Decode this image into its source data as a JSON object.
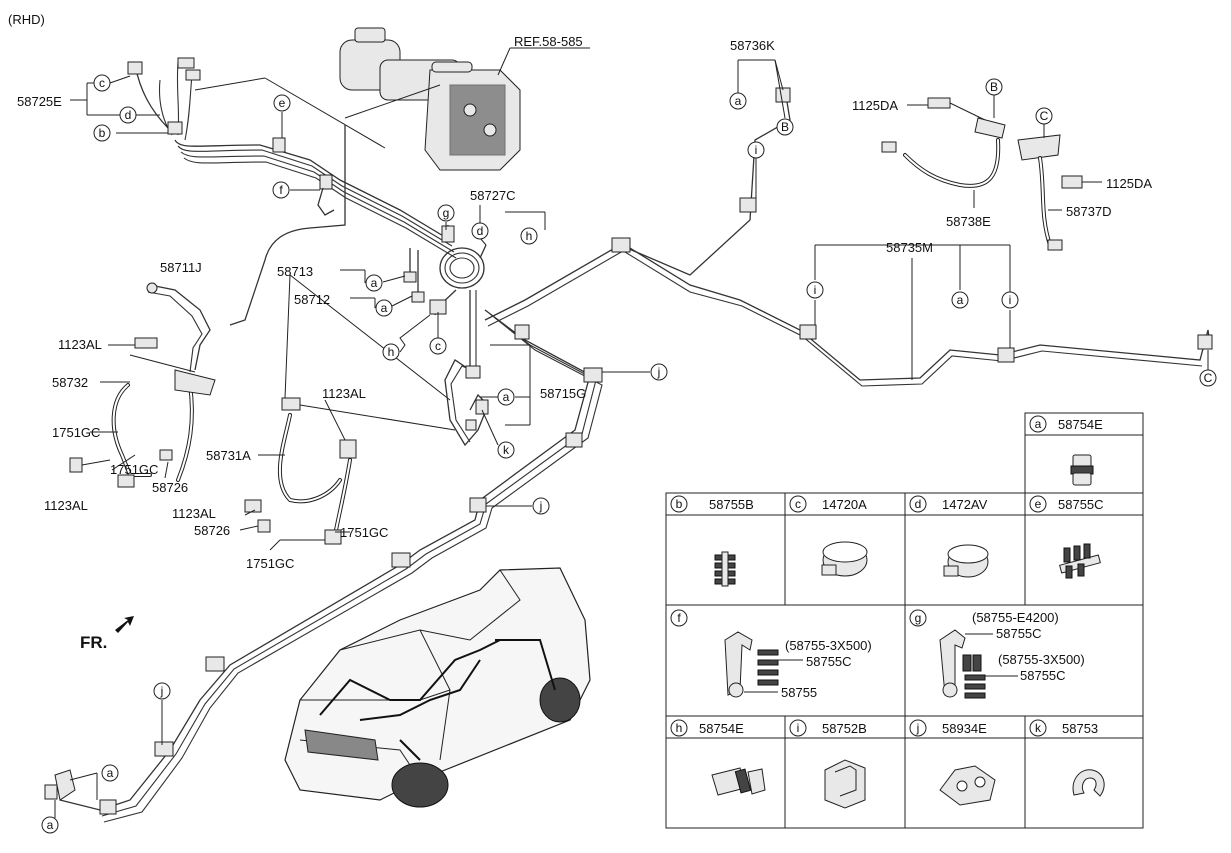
{
  "header": {
    "variant": "(RHD)",
    "ref": "REF.58-585",
    "front_marker": "FR."
  },
  "part_labels": {
    "p58725E": "58725E",
    "p58736K": "58736K",
    "p1125DA_top": "1125DA",
    "p1125DA_right": "1125DA",
    "p58738E": "58738E",
    "p58737D": "58737D",
    "p58727C": "58727C",
    "p58735M": "58735M",
    "p58713": "58713",
    "p58712": "58712",
    "p58711J": "58711J",
    "p1123AL_1": "1123AL",
    "p58732": "58732",
    "p1751GC_1": "1751GC",
    "p1751GC_2": "1751GC",
    "p58726_1": "58726",
    "p1123AL_2": "1123AL",
    "p58715G": "58715G",
    "p1123AL_3": "1123AL",
    "p58731A": "58731A",
    "p1123AL_4": "1123AL",
    "p58726_2": "58726",
    "p1751GC_3": "1751GC",
    "p1751GC_4": "1751GC"
  },
  "callout_letters": {
    "c1": "c",
    "d1": "d",
    "b1": "b",
    "e1": "e",
    "f1": "f",
    "g1": "g",
    "h1": "h",
    "d2": "d",
    "a1": "a",
    "a2": "a",
    "h2": "h",
    "c2": "c",
    "a3": "a",
    "k1": "k",
    "j1": "j",
    "j2": "j",
    "j3": "j",
    "a4": "a",
    "a5": "a",
    "i1": "i",
    "a6": "a",
    "i2": "i",
    "i3": "i",
    "a7": "a",
    "B1": "B",
    "B2": "B",
    "C1": "C",
    "C2": "C"
  },
  "legend": {
    "cells": [
      {
        "key": "a",
        "part": "58754E"
      },
      {
        "key": "b",
        "part": "58755B"
      },
      {
        "key": "c",
        "part": "14720A"
      },
      {
        "key": "d",
        "part": "1472AV"
      },
      {
        "key": "e",
        "part": "58755C"
      },
      {
        "key": "f",
        "part": ""
      },
      {
        "key": "g",
        "part": ""
      },
      {
        "key": "h",
        "part": "58754E"
      },
      {
        "key": "i",
        "part": "58752B"
      },
      {
        "key": "j",
        "part": "58934E"
      },
      {
        "key": "k",
        "part": "58753"
      }
    ],
    "f_notes": {
      "code": "(58755-3X500)",
      "clip": "58755C",
      "base": "58755"
    },
    "g_notes": {
      "code_top": "(58755-E4200)",
      "clip_top": "58755C",
      "code_mid": "(58755-3X500)",
      "clip_mid": "58755C"
    }
  },
  "colors": {
    "line": "#222222",
    "background": "#ffffff"
  }
}
